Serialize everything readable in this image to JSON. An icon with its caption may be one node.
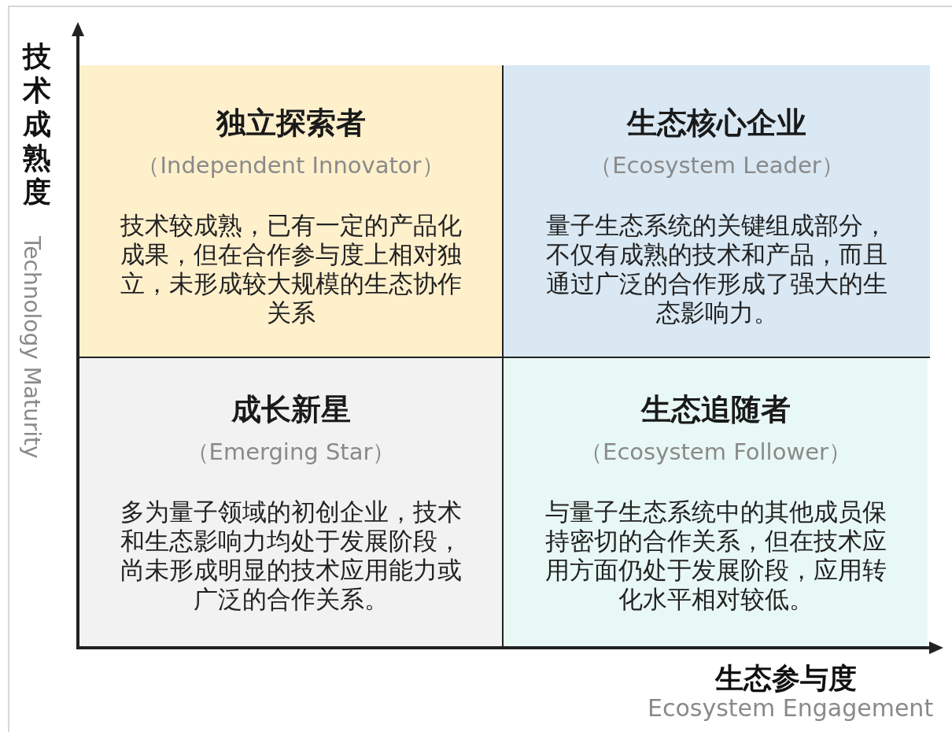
{
  "diagram": {
    "nodes": [
      {
        "text": [
          "独立探索者",
          "（Independent Innovator）",
          "技术较成熟，已有一定的产品化成果，但在合作参与度上相对独立，未形成较大规模的生态协作关系"
        ]
      },
      {
        "text": [
          "生态核心企业",
          "（Ecosystem Leader）",
          "量子生态系统的关键组成部分，不仅有成熟的技术和产品，而且通过广泛的合作形成了强大的生态影响力。"
        ]
      },
      {
        "text": [
          "成长新星",
          "（Emerging Star）",
          "多为量子领域的初创企业，技术和生态影响力均处于发展阶段，尚未形成明显的技术应用能力或广泛的合作关系。"
        ]
      },
      {
        "text": [
          "生态追随者",
          "（Ecosystem Follower）",
          "与量子生态系统中的其他成员保持密切的合作关系，但在技术应用方面仍处于发展阶段，应用转化水平相对较低。"
        ]
      }
    ],
    "labels": [
      "技术成熟度",
      "Technology Maturity",
      "生态参与度",
      "Ecosystem Engagement"
    ]
  }
}
